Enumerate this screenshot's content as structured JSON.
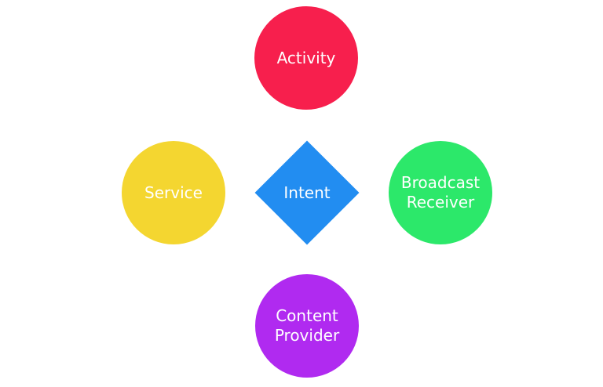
{
  "nodes": {
    "activity": {
      "label": "Activity",
      "color": "#f71f4d"
    },
    "service": {
      "label": "Service",
      "color": "#f4d630"
    },
    "broadcast_receiver": {
      "label": "Broadcast\nReceiver",
      "color": "#2ce86a"
    },
    "content_provider": {
      "label": "Content\nProvider",
      "color": "#b02af0"
    },
    "intent": {
      "label": "Intent",
      "color": "#228df1"
    }
  }
}
